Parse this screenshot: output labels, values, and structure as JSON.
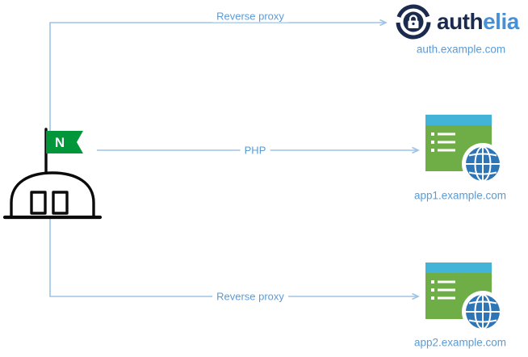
{
  "colors": {
    "edge": "#9dc3e6",
    "label": "#5b9bd5",
    "nginx_green": "#009639",
    "app_green": "#6fad47",
    "app_titlebar": "#44b3d8",
    "globe_blue": "#2e75b6",
    "authelia_navy": "#1b2b4e",
    "authelia_blue": "#4590d8"
  },
  "nginx": {
    "flag_letter": "N"
  },
  "edges": {
    "top": {
      "label": "Reverse proxy"
    },
    "middle": {
      "label": "PHP"
    },
    "bottom": {
      "label": "Reverse proxy"
    }
  },
  "authelia": {
    "wordmark_dark": "auth",
    "wordmark_accent": "elia",
    "caption": "auth.example.com"
  },
  "app1": {
    "caption": "app1.example.com"
  },
  "app2": {
    "caption": "app2.example.com"
  }
}
